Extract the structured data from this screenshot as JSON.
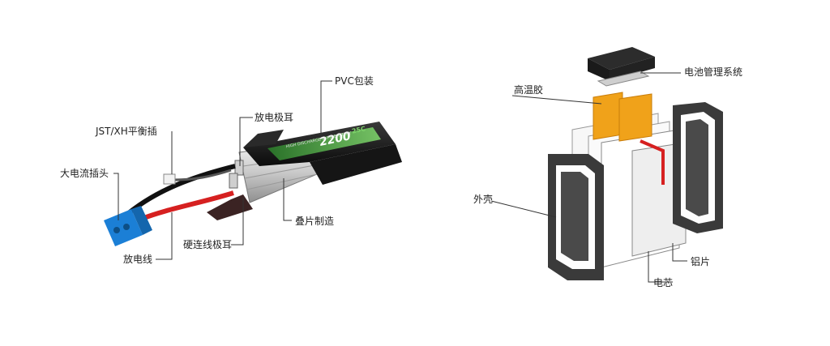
{
  "left_diagram": {
    "labels": {
      "pvc_wrap": "PVC包装",
      "discharge_tab": "放电极耳",
      "balance_plug": "JST/XH平衡插",
      "main_plug": "大电流插头",
      "stacked_build": "叠片制造",
      "hard_tab": "硬连线极耳",
      "discharge_wire": "放电线"
    },
    "battery_print": {
      "capacity": "2200",
      "c_rating": "25C",
      "series_text": "HIGH DISCHARGE LI-PO BATTERY"
    }
  },
  "right_diagram": {
    "labels": {
      "high_temp_glue": "高温胶",
      "bms": "电池管理系统",
      "shell": "外壳",
      "cell": "电芯",
      "aluminum_sheet": "铝片"
    }
  },
  "colors": {
    "battery_black": "#111111",
    "battery_green": "#3fa63a",
    "plug_blue": "#1b7fd6",
    "wire_red": "#d62020",
    "glue_orange": "#f0a21a",
    "shell_dark": "#3a3a3a"
  }
}
